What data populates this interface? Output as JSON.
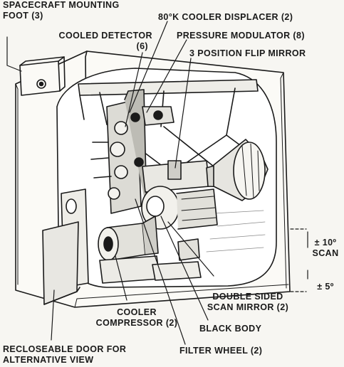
{
  "colors": {
    "ink": "#1a1a1a",
    "paper": "#f7f6f2",
    "shade": "#8a8a8a"
  },
  "labels": {
    "mounting_foot": {
      "line1": "SPACECRAFT MOUNTING",
      "line2": "FOOT (3)"
    },
    "cooler_displacer": "80°K COOLER DISPLACER (2)",
    "cooled_detector": {
      "line1": "COOLED DETECTOR",
      "line2": "(6)"
    },
    "pressure_modulator": "PRESSURE MODULATOR (8)",
    "flip_mirror": "3 POSITION FLIP MIRROR",
    "scan_upper": {
      "value": "± 10º",
      "word": "SCAN"
    },
    "scan_lower": "± 5º",
    "scan_mirror": {
      "line1": "DOUBLE SIDED",
      "line2": "SCAN MIRROR (2)"
    },
    "cooler_compressor": {
      "line1": "COOLER",
      "line2": "COMPRESSOR (2)"
    },
    "black_body": "BLACK BODY",
    "filter_wheel": "FILTER WHEEL (2)",
    "door": {
      "line1": "RECLOSEABLE DOOR FOR",
      "line2": "ALTERNATIVE VIEW"
    }
  }
}
